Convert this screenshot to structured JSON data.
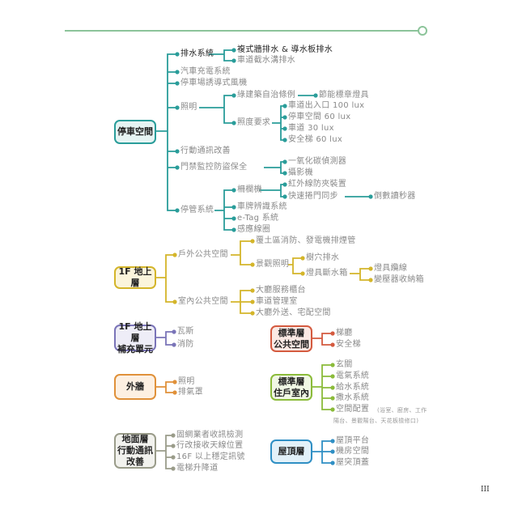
{
  "colors": {
    "teal": "#2a9d9a",
    "yellow": "#d4b52a",
    "purple": "#7a74b8",
    "red": "#d45a3f",
    "orange": "#e0913a",
    "green": "#8bbb3a",
    "gray": "#9a9c8a",
    "blue": "#2f8fc4",
    "rule": "#8cc49a"
  },
  "parking": {
    "root": "停車空間",
    "drain": "排水系統",
    "drain_1": "複式牆排水 & 導水板排水",
    "drain_2": "車道截水溝排水",
    "ev": "汽車充電系統",
    "fan": "停車場誘導式風機",
    "light": "照明",
    "green_rule": "綠建築自治條例",
    "energy": "節能標章燈具",
    "lux_req": "照度要求",
    "lux_1": "車道出入口 100 lux",
    "lux_2": "停車空間 60 lux",
    "lux_3": "車道 30 lux",
    "lux_4": "安全梯 60 lux",
    "mobile": "行動通訊改善",
    "security": "門禁監控防盜保全",
    "co": "一氧化碳偵測器",
    "camera": "攝影機",
    "mgmt": "停管系統",
    "gate": "柵欄機",
    "infrared": "紅外線防夾裝置",
    "shutter": "快速捲門同步",
    "countdown": "倒數讀秒器",
    "plate": "車牌辨識系統",
    "etag": "e-Tag 系統",
    "loop": "感應線圈"
  },
  "ground": {
    "root": "1F 地上層",
    "outdoor": "戶外公共空間",
    "fire": "覆土區消防、發電機排煙管",
    "landscape": "景觀照明",
    "tree": "樹穴排水",
    "fixture_box": "燈具斷水箱",
    "cable": "燈具纜線",
    "transformer": "變壓器收納箱",
    "indoor": "室內公共空間",
    "lobby": "大廳服務櫃台",
    "ramp_office": "車道管理室",
    "delivery": "大廳外送、宅配空間"
  },
  "supplement": {
    "root": "1F 地上層\n補充單元",
    "gas": "瓦斯",
    "fire": "消防"
  },
  "std_public": {
    "root": "標準層\n公共空間",
    "hall": "梯廳",
    "stair": "安全梯"
  },
  "facade": {
    "root": "外牆",
    "light": "照明",
    "hood": "排氣罩"
  },
  "std_unit": {
    "root": "標準層\n住戶室內",
    "entry": "玄關",
    "electric": "電氣系統",
    "water": "給水系統",
    "sprinkler": "撒水系統",
    "layout": "空間配置",
    "layout_note_1": "(浴室、廚房、工作",
    "layout_note_2": "陽台、景觀陽台、天花板檢修口)"
  },
  "ground_mobile": {
    "root": "地面層\n行動通訊\n改善",
    "telecom": "固網業者收訊檢測",
    "antenna": "行改接收天線位置",
    "signal": "16F 以上穩定訊號",
    "elevator": "電梯升降道"
  },
  "roof": {
    "root": "屋頂層",
    "platform": "屋頂平台",
    "machine": "機房空間",
    "cover": "屋突頂蓋"
  },
  "page_number": "III"
}
